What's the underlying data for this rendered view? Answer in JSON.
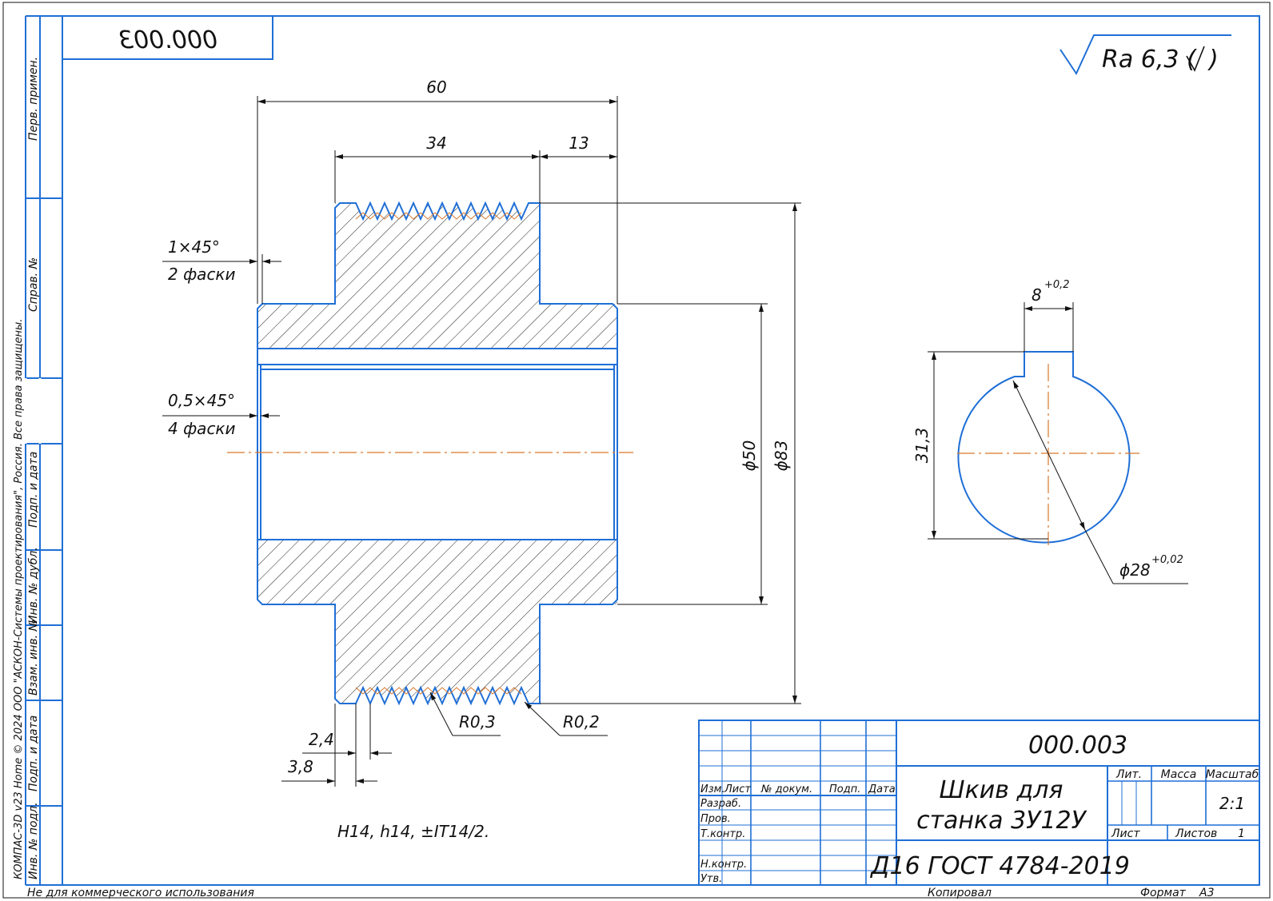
{
  "drawing": {
    "number_mirrored": "000.003",
    "roughness": "Ra 6,3 (",
    "dims": {
      "overall": "60",
      "hub": "34",
      "shoulder": "13",
      "chamfer1": "1×45°",
      "chamfer1_note": "2 фаски",
      "chamfer2": "0,5×45°",
      "chamfer2_note": "4 фаски",
      "d_inner": "ϕ50",
      "d_outer": "ϕ83",
      "r1": "R0,3",
      "r2": "R0,2",
      "pitch": "2,4",
      "gap": "3,8",
      "key": "8",
      "key_tol": "+0,2",
      "key_depth": "31,3",
      "bore": "ϕ28",
      "bore_tol": "+0,02"
    },
    "tolerance_note": "H14, h14, ±IT14/2."
  },
  "side_stamp": {
    "first_use": "Перв. примен.",
    "ref_no": "Справ. №",
    "sign_date_1": "Подп. и дата",
    "dup_inv": "Инв. № дубл.",
    "swap_inv": "Взам. инв. №",
    "sign_date_2": "Подп. и дата",
    "orig_inv": "Инв. № подл.",
    "copyright": "КОМПАС-3D v23 Home © 2024 ООО \"АСКОН-Системы проектирования\", Россия. Все права защищены."
  },
  "title_block": {
    "designation": "000.003",
    "name_line1": "Шкив для",
    "name_line2": "станка 3У12У",
    "material": "Д16 ГОСТ 4784-2019",
    "col_change": "Изм.",
    "col_sheet": "Лист",
    "col_doc": "№ докум.",
    "col_sign": "Подп.",
    "col_date": "Дата",
    "row_dev": "Разраб.",
    "row_check": "Пров.",
    "row_tcontrol": "Т.контр.",
    "row_ncontrol": "Н.контр.",
    "row_approve": "Утв.",
    "lit": "Лит.",
    "mass": "Масса",
    "scale_label": "Масштаб",
    "scale": "2:1",
    "sheet": "Лист",
    "sheets": "Листов",
    "sheets_count": "1"
  },
  "footer": {
    "non_commercial": "Не для коммерческого использования",
    "copied": "Копировал",
    "format_label": "Формат",
    "format": "A3"
  }
}
